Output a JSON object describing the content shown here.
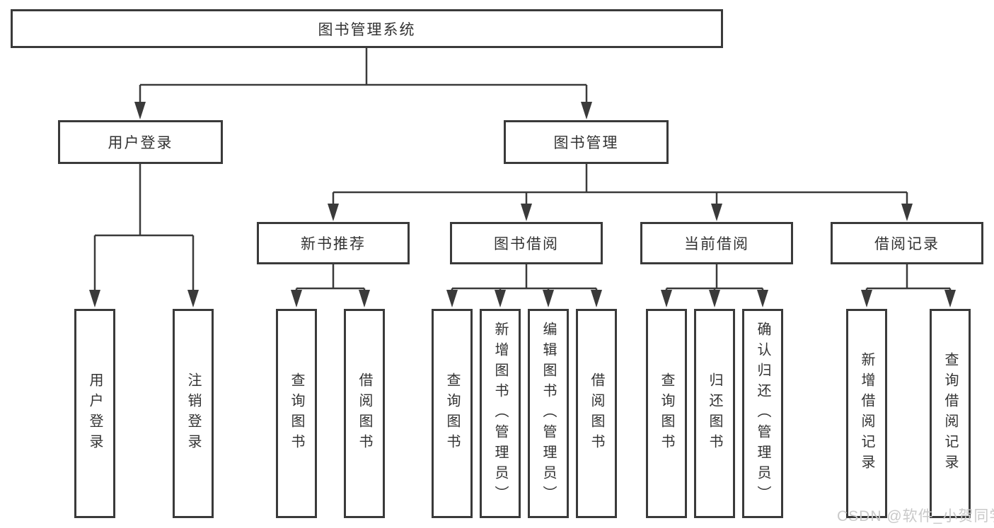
{
  "diagram_type": "hierarchy-functional-structure",
  "colors": {
    "line": "#3a3a3a",
    "box_border": "#3a3a3a",
    "box_background": "#ffffff",
    "text": "#333333",
    "page_background": "#ffffff",
    "watermark": "#c9c9c9"
  },
  "tree": {
    "label": "图书管理系统",
    "children": [
      {
        "label": "用户登录",
        "children": [
          {
            "label": "用户登录"
          },
          {
            "label": "注销登录"
          }
        ]
      },
      {
        "label": "图书管理",
        "children": [
          {
            "label": "新书推荐",
            "children": [
              {
                "label": "查询图书"
              },
              {
                "label": "借阅图书"
              }
            ]
          },
          {
            "label": "图书借阅",
            "children": [
              {
                "label": "查询图书"
              },
              {
                "label": "新增图书（管理员）"
              },
              {
                "label": "编辑图书（管理员）"
              },
              {
                "label": "借阅图书"
              }
            ]
          },
          {
            "label": "当前借阅",
            "children": [
              {
                "label": "查询图书"
              },
              {
                "label": "归还图书"
              },
              {
                "label": "确认归还（管理员）"
              }
            ]
          },
          {
            "label": "借阅记录",
            "children": [
              {
                "label": "新增借阅记录"
              },
              {
                "label": "查询借阅记录"
              }
            ]
          }
        ]
      }
    ]
  },
  "watermark": {
    "text": "CSDN @软件_小贺同学"
  }
}
